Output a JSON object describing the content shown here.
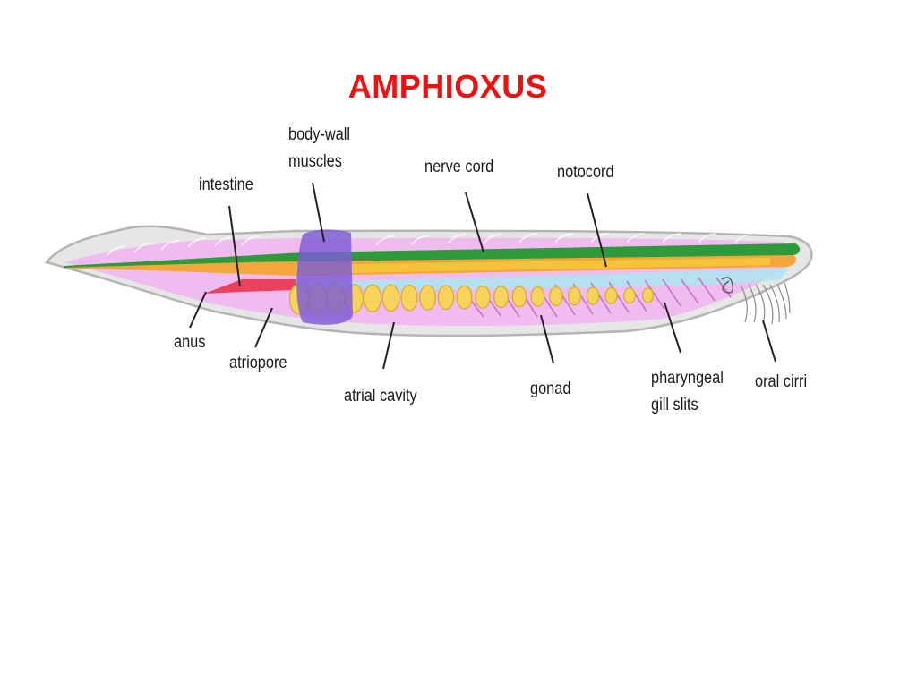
{
  "title": "AMPHIOXUS",
  "labels": {
    "body_wall_muscles_1": "body-wall",
    "body_wall_muscles_2": "muscles",
    "intestine": "intestine",
    "nerve_cord": "nerve cord",
    "notocord": "notocord",
    "anus": "anus",
    "atriopore": "atriopore",
    "atrial_cavity": "atrial cavity",
    "gonad": "gonad",
    "pharyngeal_gill_slits_1": "pharyngeal",
    "pharyngeal_gill_slits_2": "gill slits",
    "oral_cirri": "oral cirri"
  },
  "colors": {
    "title": "#ee1111",
    "body_outline": "#b4b4b4",
    "body_fill": "#e6e6e6",
    "inner_body": "#f1b8f0",
    "nerve_cord": "#2e9a3c",
    "notocord": "#f4a63a",
    "notocord_highlight": "#f6d23a",
    "atrium_blue": "#a9e6f0",
    "gonad": "#f6d45c",
    "gonad_edge": "#d8a82c",
    "intestine": "#e8334e",
    "muscle_band": "#7d5bd6",
    "gill_slits": "#c86ac8",
    "leader_line": "#222222"
  }
}
